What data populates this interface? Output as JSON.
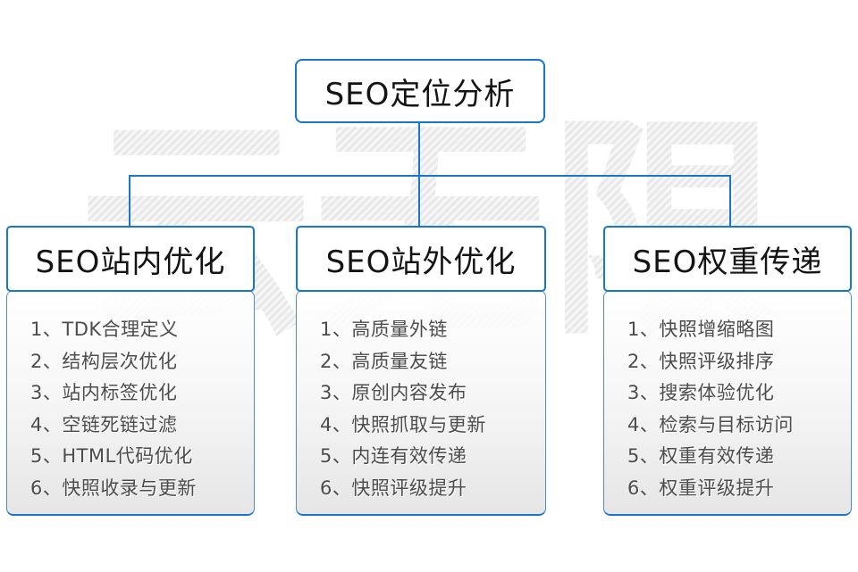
{
  "diagram": {
    "root": {
      "title": "SEO定位分析"
    },
    "watermark": {
      "text": "云无限"
    },
    "columns": [
      {
        "title": "SEO站内优化",
        "items": [
          "1、TDK合理定义",
          "2、结构层次优化",
          "3、站内标签优化",
          "4、空链死链过滤",
          "5、HTML代码优化",
          "6、快照收录与更新"
        ]
      },
      {
        "title": "SEO站外优化",
        "items": [
          "1、高质量外链",
          "2、高质量友链",
          "3、原创内容发布",
          "4、快照抓取与更新",
          "5、内连有效传递",
          "6、快照评级提升"
        ]
      },
      {
        "title": "SEO权重传递",
        "items": [
          "1、快照增缩略图",
          "2、快照评级排序",
          "3、搜索体验优化",
          "4、检索与目标访问",
          "5、权重有效传递",
          "6、权重评级提升"
        ]
      }
    ],
    "colors": {
      "accent_blue": "#1777c8",
      "header_text": "#141414",
      "list_text": "#4c4c4c",
      "watermark_gray": "#e8e8e8"
    }
  }
}
